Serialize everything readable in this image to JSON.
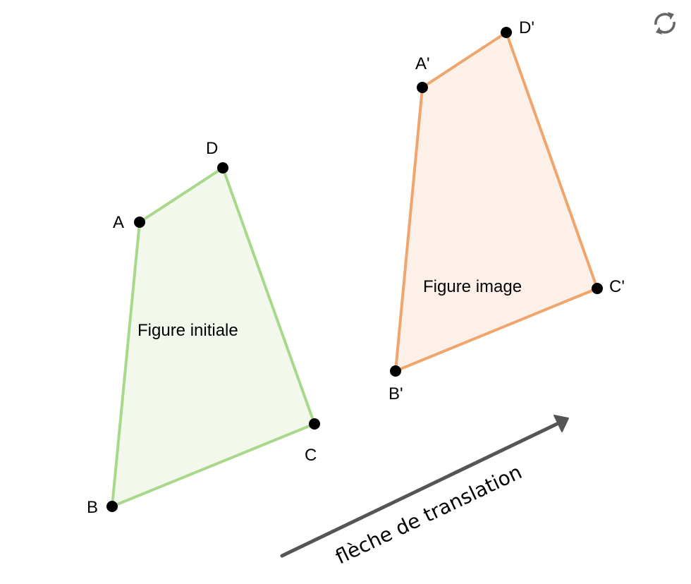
{
  "figures": {
    "initial": {
      "label": "Figure initiale",
      "stroke": "#a8d98a",
      "fill": "#f2f8ec",
      "points": {
        "A": "A",
        "B": "B",
        "C": "C",
        "D": "D"
      }
    },
    "image": {
      "label": "Figure image",
      "stroke": "#f0a56d",
      "fill": "#fcf0e8",
      "points": {
        "A": "A'",
        "B": "B'",
        "C": "C'",
        "D": "D'"
      }
    }
  },
  "arrow": {
    "label": "flèche de translation",
    "color": "#555555"
  },
  "toolbar": {
    "reset_icon": "refresh-icon"
  }
}
